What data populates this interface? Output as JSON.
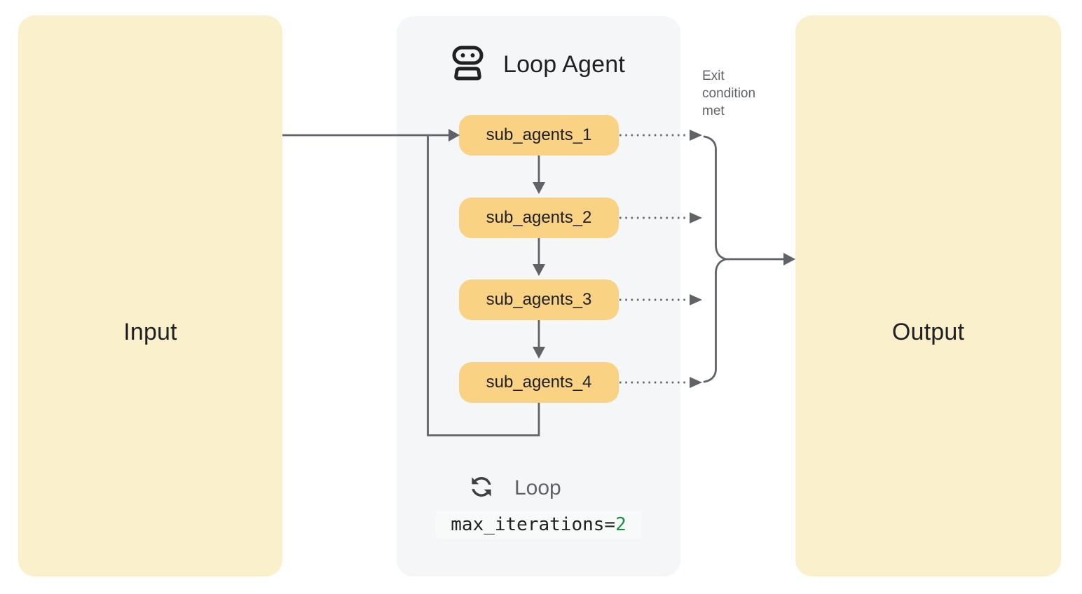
{
  "input_box": {
    "label": "Input"
  },
  "output_box": {
    "label": "Output"
  },
  "loop_agent": {
    "title": "Loop Agent",
    "sub_agents": [
      {
        "label": "sub_agents_1"
      },
      {
        "label": "sub_agents_2"
      },
      {
        "label": "sub_agents_3"
      },
      {
        "label": "sub_agents_4"
      }
    ],
    "loop_label": "Loop",
    "code": {
      "prefix": "max_iterations=",
      "value": "2"
    }
  },
  "annotations": {
    "exit_condition": "Exit condition met"
  },
  "icons": {
    "header": "robot-icon",
    "loop": "loop-sync-icon",
    "arrows": [
      "solid-arrow",
      "dotted-arrow",
      "merge-brace"
    ]
  },
  "colors": {
    "page_background": "#FFFFFF",
    "io_box_fill": "#FBF0CC",
    "panel_fill": "#F4F6F7",
    "agent_box_fill": "#F9D283",
    "connector_gray": "#5F6368",
    "text_dark": "#202124",
    "text_gray": "#5F6368",
    "code_value_green": "#1E8E3E",
    "code_chip_fill": "#F8FAF9"
  }
}
